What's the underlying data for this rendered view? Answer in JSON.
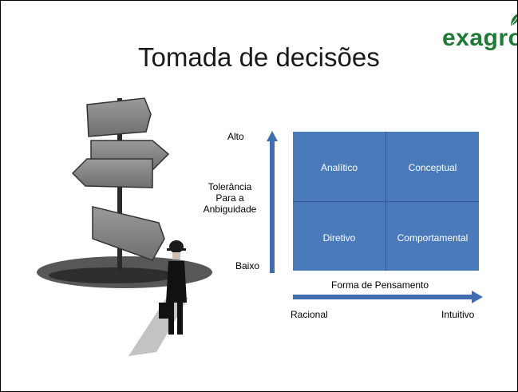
{
  "slide": {
    "title": "Tomada de decisões",
    "logo": "exagro"
  },
  "matrix": {
    "y_axis": {
      "top": "Alto",
      "label_lines": [
        "Tolerância",
        "Para a",
        "Anbiguidade"
      ],
      "bottom": "Baixo"
    },
    "x_axis": {
      "label": "Forma de Pensamento",
      "left": "Racional",
      "right": "Intuitivo"
    },
    "cells": {
      "top_left": "Analítico",
      "top_right": "Conceptual",
      "bottom_left": "Diretivo",
      "bottom_right": "Comportamental"
    },
    "fill_color": "#4a7ab9",
    "arrow_color": "#3f6db0"
  }
}
